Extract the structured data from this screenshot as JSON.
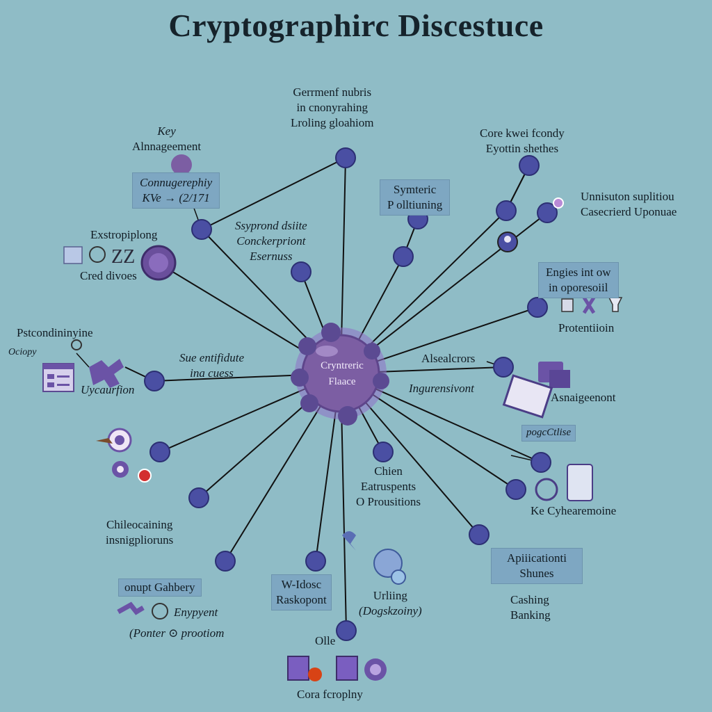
{
  "title": "Cryptographirc Discestuce",
  "center": {
    "line1": "Cryntreric",
    "line2": "Flaace"
  },
  "colors": {
    "background": "#8fbcc6",
    "node": "#4a4fa3",
    "node_stroke": "#2c2f73",
    "hub": "#7c5ea3",
    "hub_ring": "#8f70c9",
    "edge": "#111111",
    "label_box": "#7ea7c2",
    "icon_purple": "#6b53a6"
  },
  "labels": {
    "key_mgmt": [
      "Key",
      "Alnnageement"
    ],
    "conngerphiy": [
      "Connugerephiy",
      "KVe → (2/171"
    ],
    "gernment": [
      "Gerrmenf nubris",
      "in cnonyrahing",
      "Lroling gloahiom"
    ],
    "core_kwei": [
      "Core kwei fcondy",
      "Eyottin shethes"
    ],
    "symteric": [
      "Symteric",
      "P olltiuning"
    ],
    "unnisuton": [
      "Unnisuton suplitiou",
      "Casecrierd Uponuae"
    ],
    "extropiplong": [
      "Exstropiplong"
    ],
    "cred_divoes": [
      "Cred divoes"
    ],
    "syypron": [
      "Ssyprond dsiite",
      "Conckerpriont",
      "Esernuss"
    ],
    "engies": [
      "Engies int ow",
      "in oporesoiil"
    ],
    "protentiioin": [
      "Protentiioin"
    ],
    "pstcon": [
      "Pstcondininyine"
    ],
    "ocicpy": [
      "Ociopy"
    ],
    "uycaurfion": [
      "Uycaurfion"
    ],
    "sue_ent": [
      "Sue entifidute",
      "ina cuess"
    ],
    "alsealcrors": [
      "Alsealcrors"
    ],
    "ingurensivont": [
      "Ingurensivont"
    ],
    "asnaigemont": [
      "Asnaigeenont"
    ],
    "poc_ctlise": [
      "pogcCtlise"
    ],
    "chien": [
      "Chien",
      "Eatruspents",
      "O Prousitions"
    ],
    "ke_cyh": [
      "Ke Cyhearemoine"
    ],
    "chileocaining": [
      "Chileocaining",
      "insnigplioruns"
    ],
    "apliication": [
      "Apiiicationti",
      "Shunes"
    ],
    "cashing": [
      "Cashing",
      "Banking"
    ],
    "onupt": [
      "onupt Gahbery"
    ],
    "enypent": [
      "Enypyent"
    ],
    "ponter": [
      "(Ponter ⊙ prootiom"
    ],
    "widosc": [
      "W-Idosc",
      "Raskopont"
    ],
    "urliing": [
      "Urliing",
      "(Dogskzoiny)"
    ],
    "olle": [
      "Olle"
    ],
    "cora": [
      "Cora fcroplny"
    ]
  }
}
